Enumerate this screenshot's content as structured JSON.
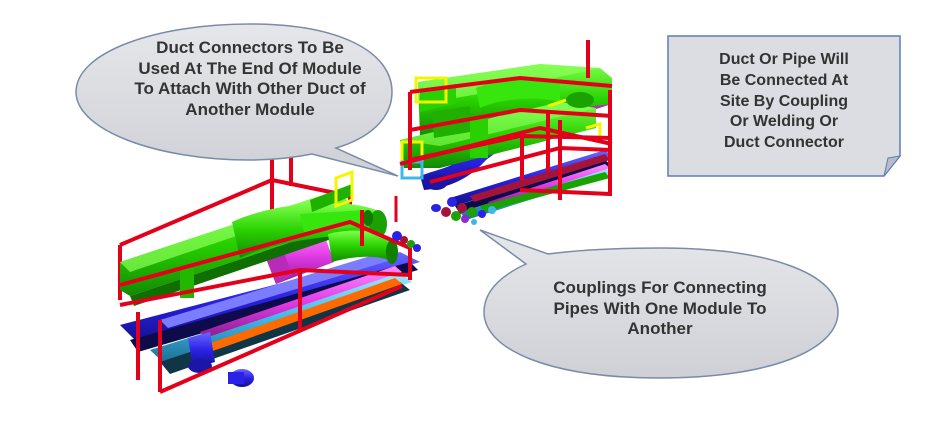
{
  "callouts": {
    "duct_connectors": "Duct Connectors To Be\nUsed At The End Of Module\nTo Attach With Other Duct of\nAnother Module",
    "couplings": "Couplings For Connecting\nPipes With One Module To\nAnother",
    "site_connection_note": "Duct Or Pipe Will\nBe Connected At\nSite By Coupling\nOr Welding  Or\nDuct Connector"
  },
  "colors": {
    "frame": "#e3001b",
    "duct": "#29d100",
    "duct_connector": "#f5f500",
    "pipe_blue": "#2a22e6",
    "pipe_magenta": "#e23be6",
    "pipe_cyan": "#3fb7e6",
    "pipe_darkred": "#a3143a",
    "callout_fill": "#d9dadf",
    "callout_stroke": "#7a8ba6",
    "note_fill": "#dcdde2",
    "note_stroke": "#5b7fb3"
  },
  "icons": {
    "module_left": "modular-duct-pipe-module",
    "module_right": "modular-duct-pipe-module",
    "couplings": "pipe-coupling-rings"
  }
}
